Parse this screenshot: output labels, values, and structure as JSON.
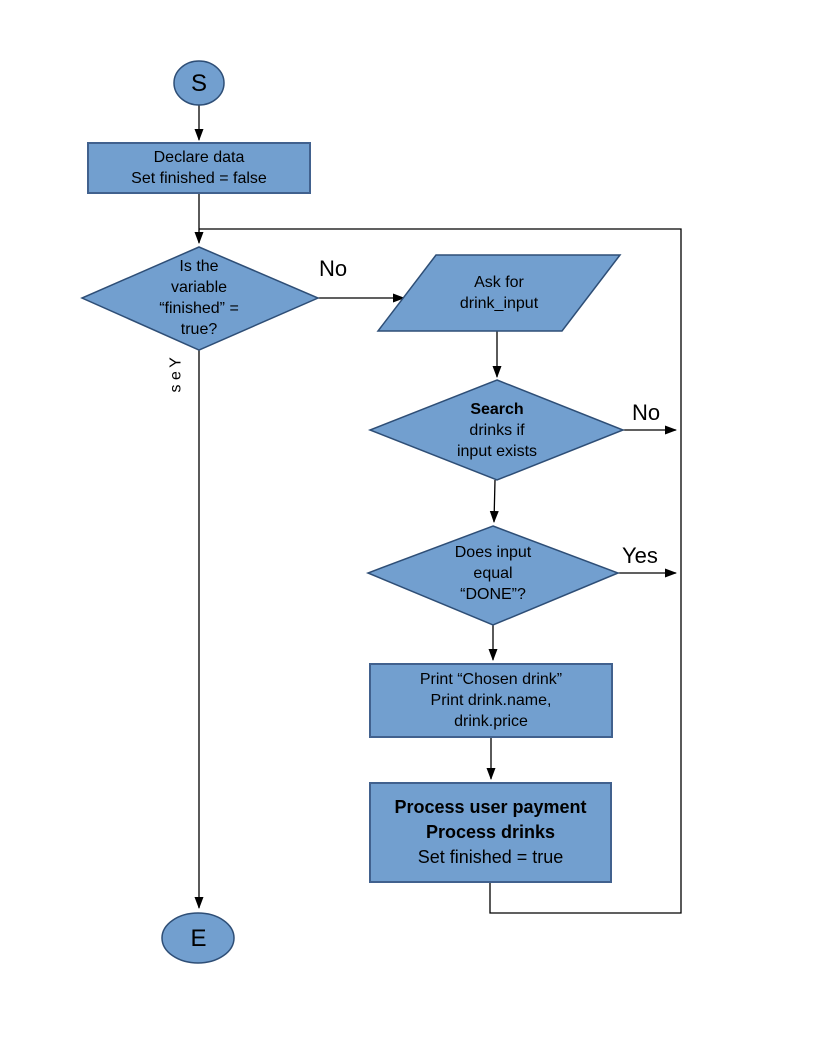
{
  "diagram": {
    "type": "flowchart",
    "colors": {
      "node_fill": "#729fcf",
      "node_stroke": "#2e4e76",
      "rect_stroke": "#41618e",
      "connector": "#000000",
      "text": "#000000"
    },
    "nodes": {
      "start": {
        "label": "S"
      },
      "declare": {
        "label": "Declare data\nSet finished = false"
      },
      "check_finished": {
        "label": "Is the\nvariable\n“finished” =\ntrue?"
      },
      "ask_input": {
        "label": "Ask for\ndrink_input"
      },
      "search": {
        "label_bold": "Search",
        "label_rest": "drinks if\ninput exists"
      },
      "check_done": {
        "label": "Does input\nequal\n“DONE”?"
      },
      "print_drink": {
        "label": "Print “Chosen drink”\nPrint drink.name,\ndrink.price"
      },
      "process_payment": {
        "label_bold": "Process user payment\nProcess drinks",
        "label_regular": "Set finished = true"
      },
      "end": {
        "label": "E"
      }
    },
    "edge_labels": {
      "finished_no": "No",
      "finished_yes": "Yes",
      "search_no": "No",
      "done_yes": "Yes"
    }
  }
}
